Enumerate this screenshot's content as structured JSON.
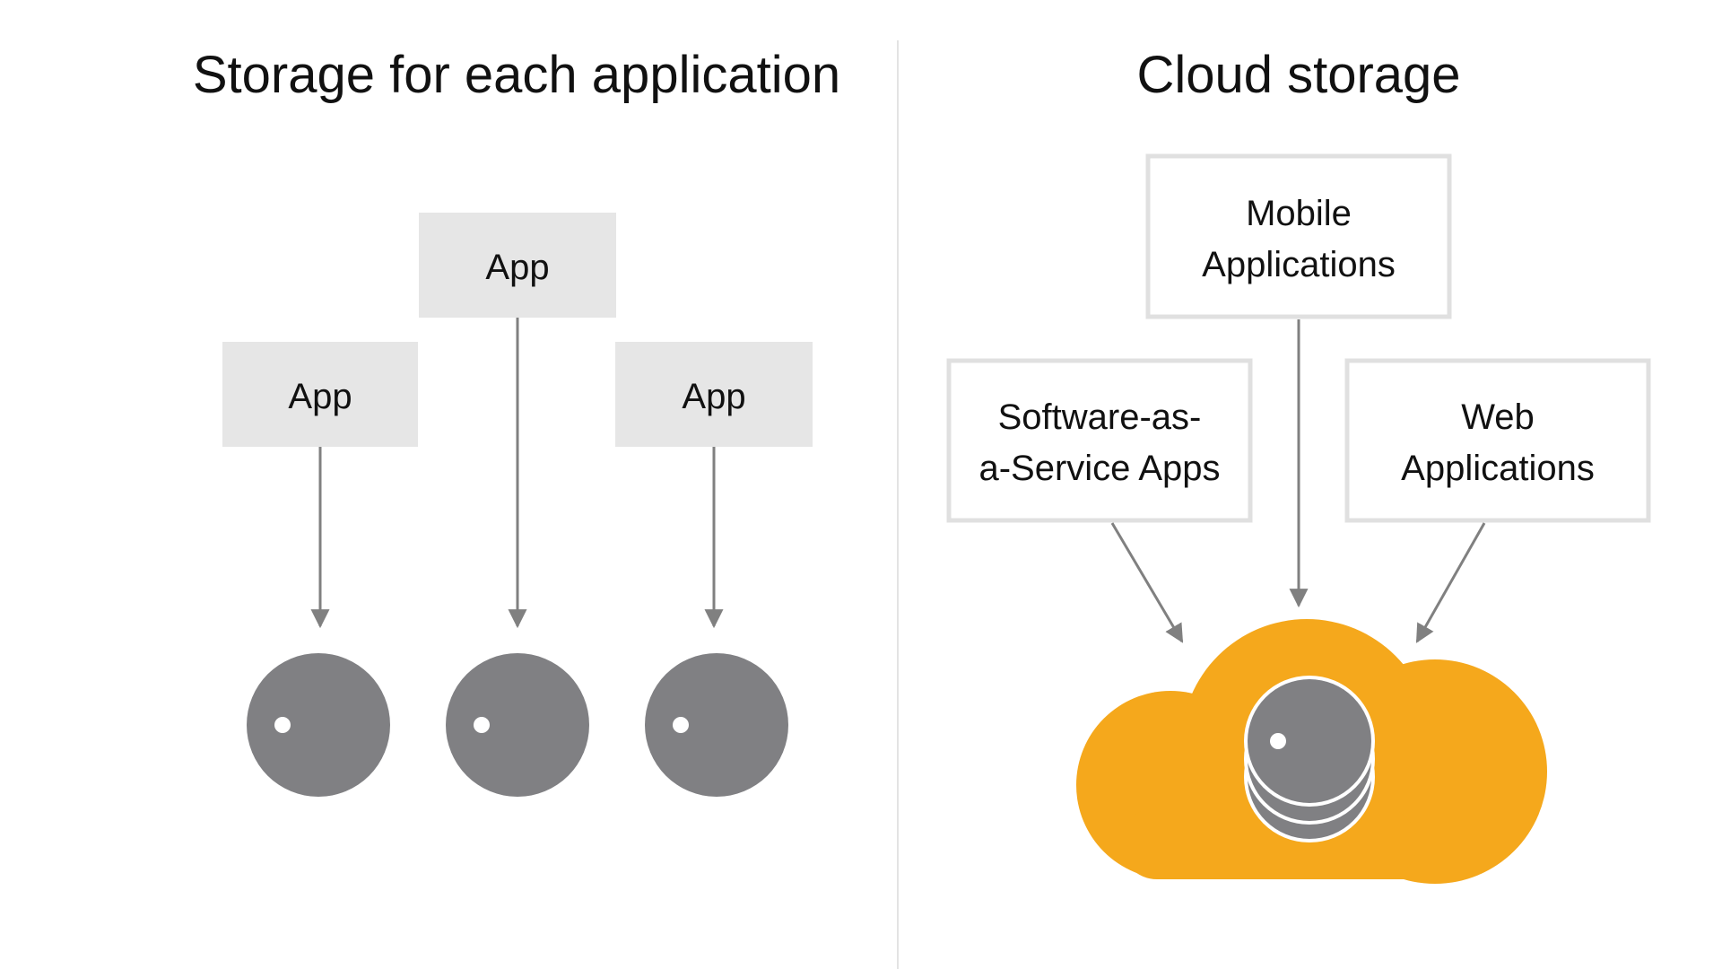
{
  "left_panel": {
    "title": "Storage for each application",
    "apps": [
      {
        "label": "App"
      },
      {
        "label": "App"
      },
      {
        "label": "App"
      }
    ],
    "storage_icons": [
      "database-icon",
      "database-icon",
      "database-icon"
    ]
  },
  "right_panel": {
    "title": "Cloud storage",
    "sources": [
      {
        "line1": "Mobile",
        "line2": "Applications"
      },
      {
        "line1": "Software-as-",
        "line2": "a-Service Apps"
      },
      {
        "line1": "Web",
        "line2": "Applications"
      }
    ],
    "cloud_icon": "cloud-icon",
    "stacked_storage_icon": "database-stack-icon"
  },
  "colors": {
    "app_box_fill": "#e6e6e6",
    "outline_box_stroke": "#e0e0e0",
    "arrow": "#808080",
    "disk": "#808083",
    "cloud": "#f5a81c",
    "divider": "#e3e3e3",
    "text": "#111111"
  }
}
